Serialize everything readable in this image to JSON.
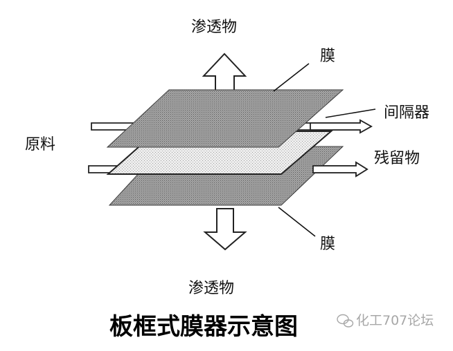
{
  "diagram": {
    "labels": {
      "permeate_top": "渗透物",
      "membrane_top": "膜",
      "spacer": "间隔器",
      "feed": "原料",
      "retentate": "残留物",
      "membrane_bottom": "膜",
      "permeate_bottom": "渗透物"
    },
    "caption": "板框式膜器示意图",
    "watermark": "化工707论坛",
    "colors": {
      "membrane_fill": "#9a9a9a",
      "spacer_fill": "#e9e9e9",
      "outline": "#222222",
      "arrow_fill": "#ffffff"
    }
  }
}
